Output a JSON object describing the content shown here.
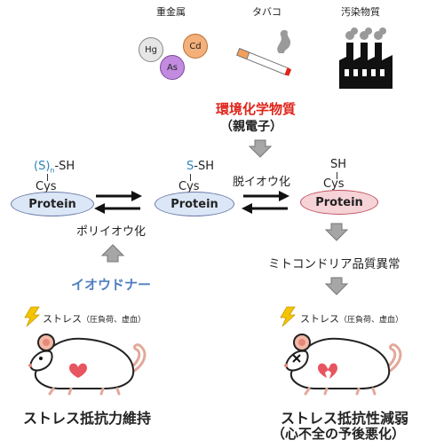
{
  "top": {
    "heavy_metals": "重金属",
    "tobacco": "タバコ",
    "pollutants": "汚染物質",
    "metals": [
      "Hg",
      "Cd",
      "As"
    ]
  },
  "chem": {
    "title": "環境化学物質",
    "subtitle": "（親電子）"
  },
  "proteins": {
    "left": {
      "group": "(S)",
      "sub": "n",
      "tail": "-SH",
      "cys": "Cys",
      "label": "Protein"
    },
    "mid": {
      "s": "S",
      "tail": "-SH",
      "cys": "Cys",
      "label": "Protein"
    },
    "right": {
      "sh": "SH",
      "cys": "Cys",
      "label": "Protein"
    }
  },
  "processes": {
    "polysulfidation": "ポリイオウ化",
    "depolysulfidation": "脱イオウ化",
    "sulfur_donor": "イオウドナー",
    "mito": "ミトコンドリア品質異常"
  },
  "stress": {
    "left": "ストレス",
    "left_note": "（圧負荷、虚血）",
    "right": "ストレス",
    "right_note": "（圧負荷、虚血）"
  },
  "outcomes": {
    "maintained": "ストレス抵抗力維持",
    "reduced": "ストレス抵抗性減弱",
    "prognosis": "（心不全の予後悪化）"
  },
  "colors": {
    "red_title": "#e0241b",
    "donor_blue": "#4f7fbf",
    "protein_blue": "#dbe7f6",
    "protein_pink": "#f6d3d6",
    "arrow_gray": "#9a9a9a",
    "heart": "#e85560",
    "bolt": "#f5c400"
  }
}
